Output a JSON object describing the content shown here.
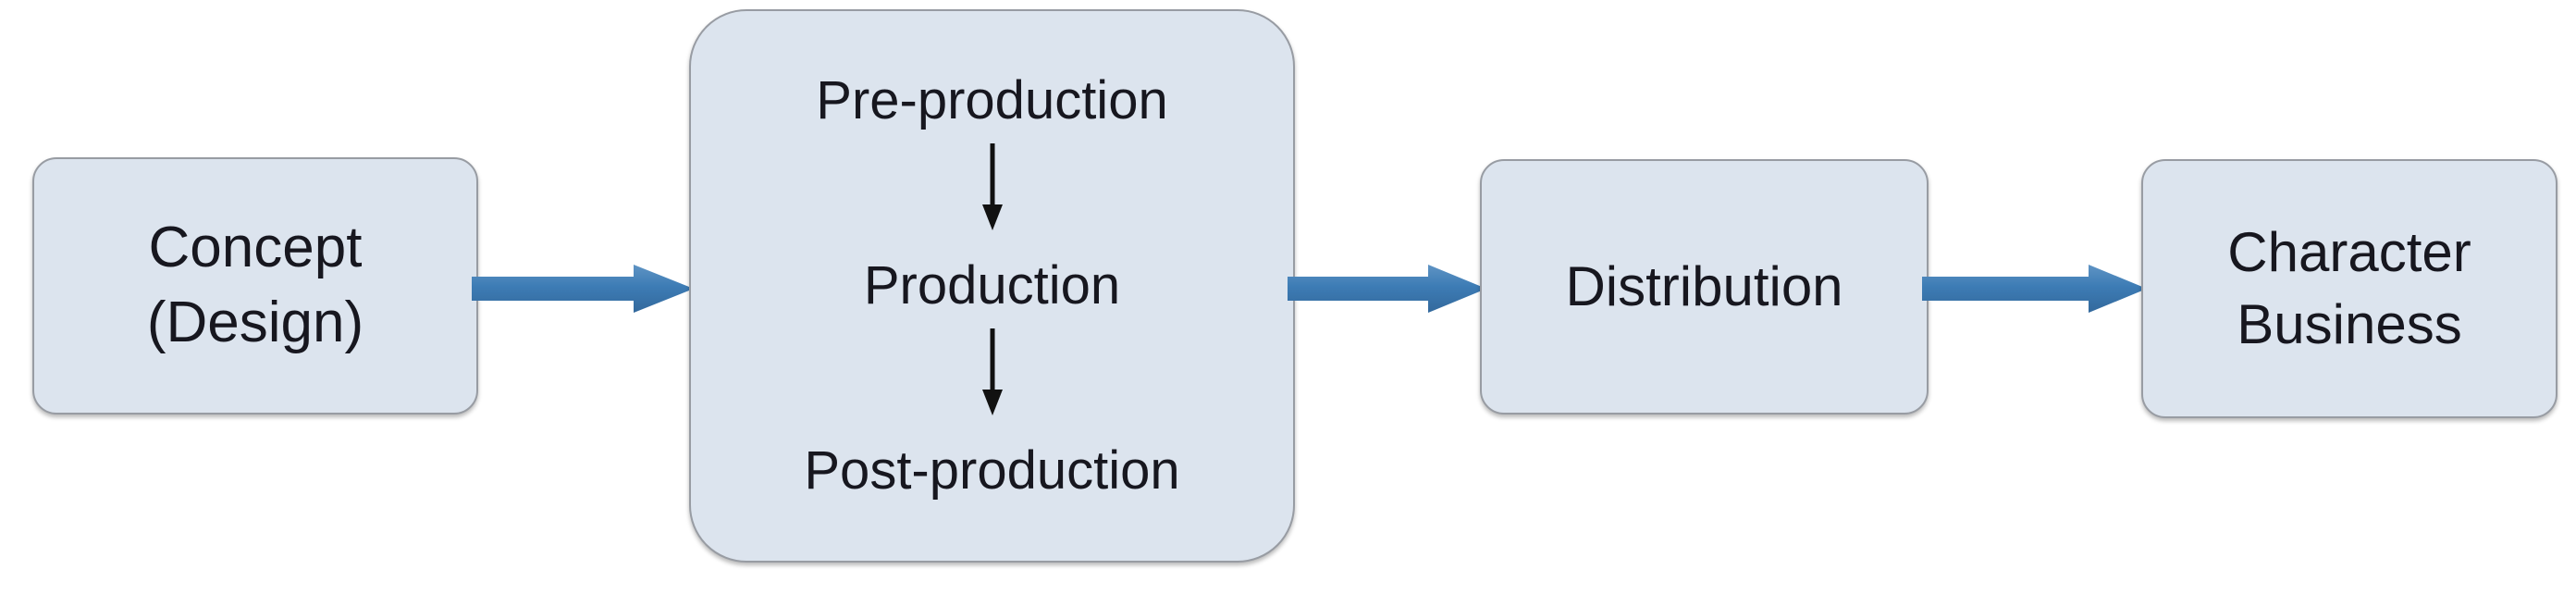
{
  "diagram": {
    "type": "flowchart",
    "orientation": "left-to-right",
    "background_color": "#ffffff",
    "node_fill_color": "#dce4ee",
    "node_border_color": "#989ca3",
    "connector_color": "#3d7cb5",
    "inner_arrow_color": "#111111",
    "text_color": "#17171f",
    "nodes": [
      {
        "id": "concept",
        "lines": [
          "Concept",
          "(Design)"
        ]
      },
      {
        "id": "production",
        "stages": [
          "Pre-production",
          "Production",
          "Post-production"
        ]
      },
      {
        "id": "distribution",
        "lines": [
          "Distribution"
        ]
      },
      {
        "id": "character",
        "lines": [
          "Character",
          "Business"
        ]
      }
    ],
    "connectors": [
      {
        "id": "connector-1",
        "from": "concept",
        "to": "production",
        "icon": "right-arrow-icon"
      },
      {
        "id": "connector-2",
        "from": "production",
        "to": "distribution",
        "icon": "right-arrow-icon"
      },
      {
        "id": "connector-3",
        "from": "distribution",
        "to": "character",
        "icon": "right-arrow-icon"
      }
    ],
    "inner_connectors": [
      {
        "id": "inner-arrow-1",
        "from": "Pre-production",
        "to": "Production",
        "icon": "down-arrow-icon"
      },
      {
        "id": "inner-arrow-2",
        "from": "Production",
        "to": "Post-production",
        "icon": "down-arrow-icon"
      }
    ]
  }
}
